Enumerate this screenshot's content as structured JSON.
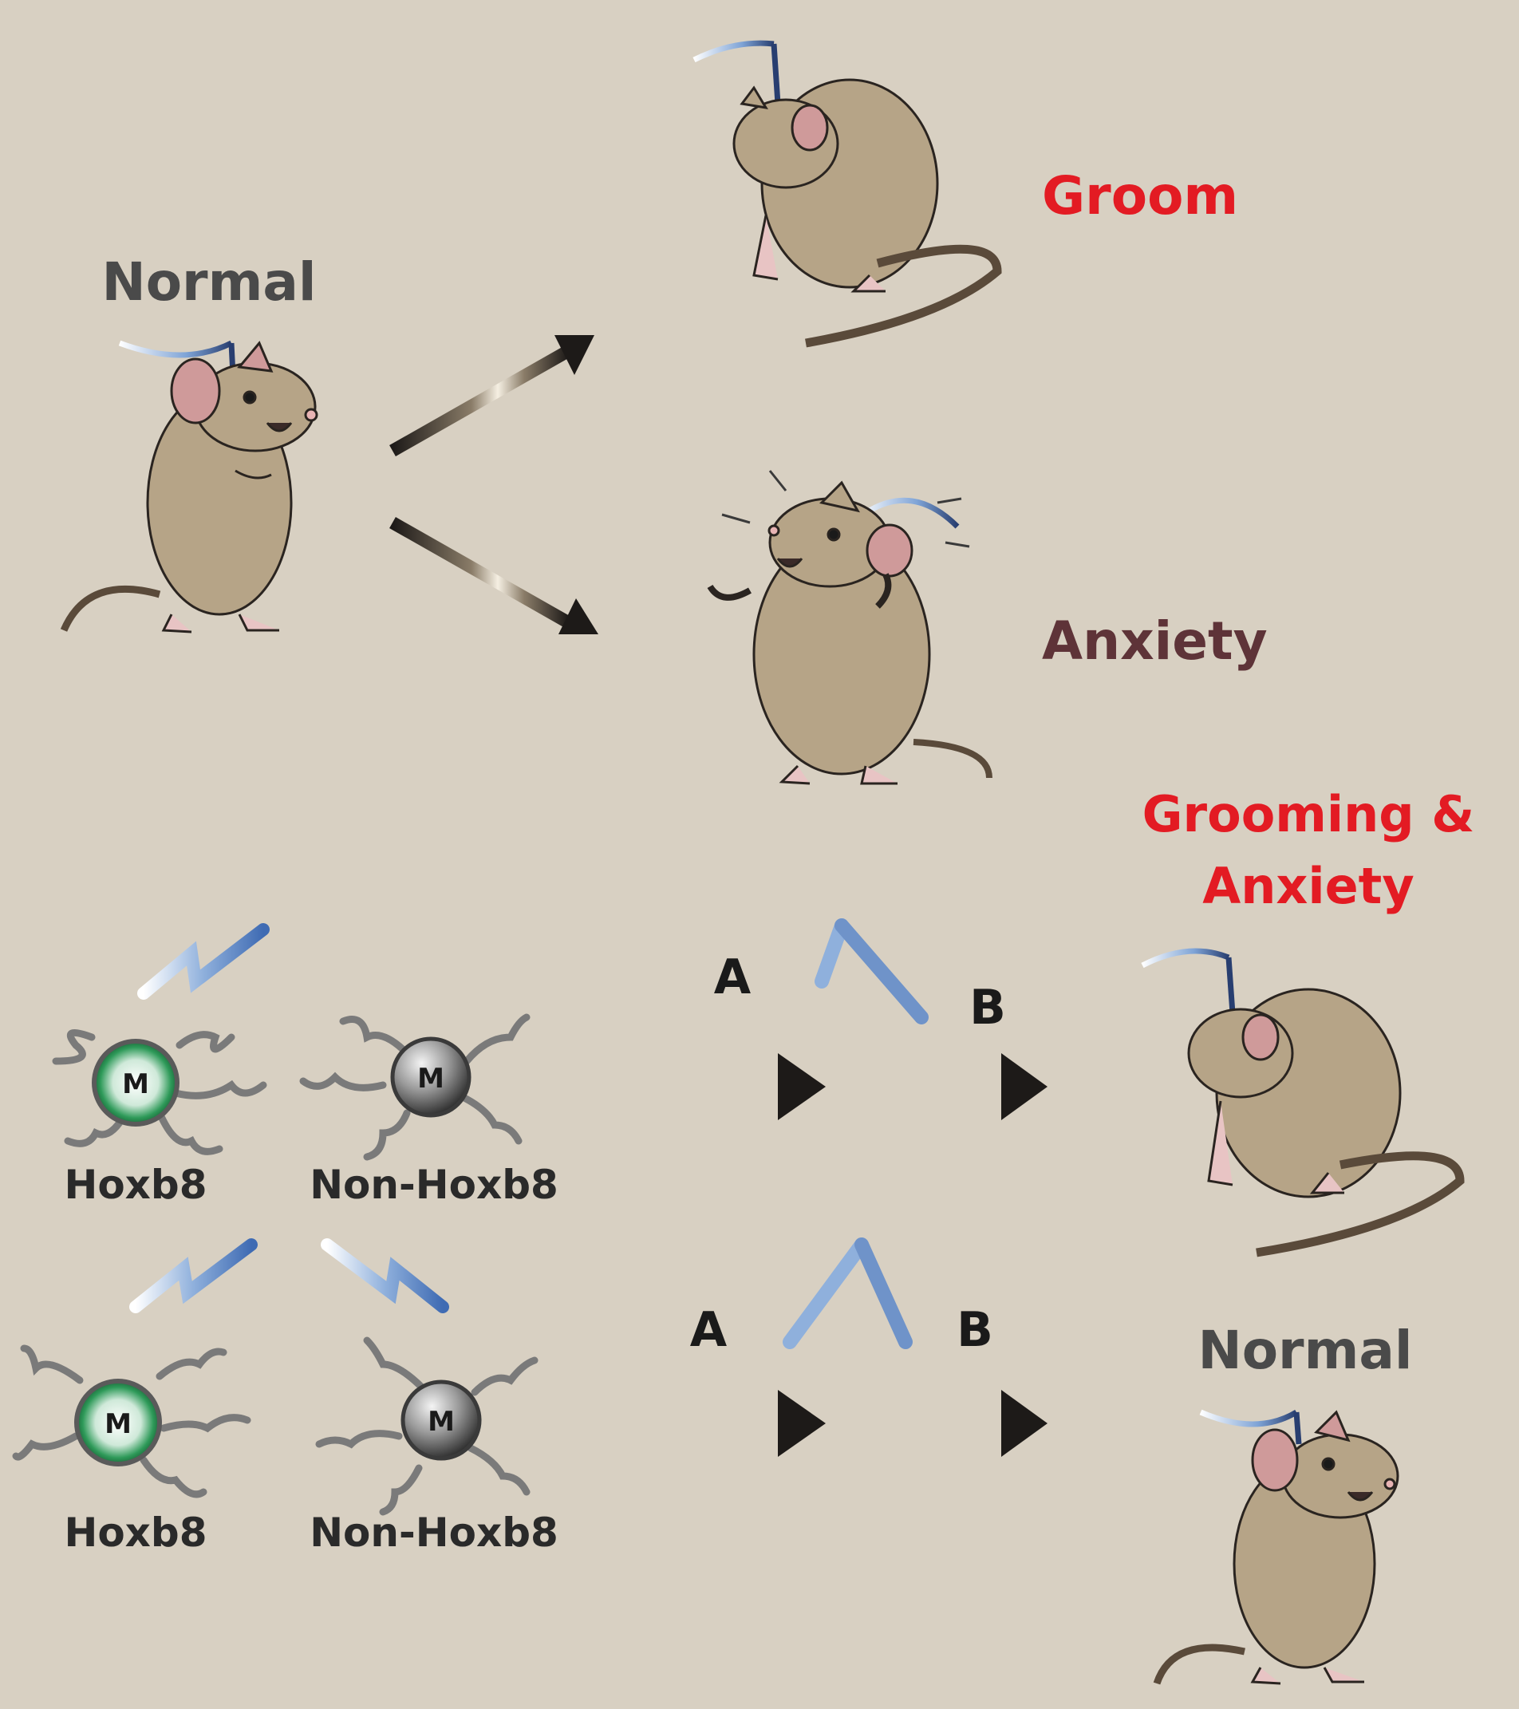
{
  "labels": {
    "normal_top": "Normal",
    "groom": "Groom",
    "anxiety": "Anxiety",
    "grooming_anxiety_line1": "Grooming &",
    "grooming_anxiety_line2": "Anxiety",
    "normal_bottom": "Normal",
    "node_a_top": "A",
    "node_b_top": "B",
    "node_a_bottom": "A",
    "node_b_bottom": "B",
    "cell_marker": "M",
    "hoxb8_top": "Hoxb8",
    "non_hoxb8_top": "Non-Hoxb8",
    "hoxb8_bottom": "Hoxb8",
    "non_hoxb8_bottom": "Non-Hoxb8"
  },
  "colors": {
    "background": "#d8d0c2",
    "label_gray": "#4a4a4a",
    "label_red": "#e31b23",
    "label_maroon": "#5e3338",
    "mouse_fur": "#b6a487",
    "mouse_ear": "#cf9a9a",
    "frame": "#241f1c",
    "light_blue": "#8fb0dc",
    "cell_green": "#2e9a59",
    "cell_gray": "#5a5a5a"
  },
  "icons": [
    "mouse-icon",
    "optical-fiber-icon",
    "arrow-icon",
    "light-pulse-icon",
    "neuron-icon"
  ]
}
